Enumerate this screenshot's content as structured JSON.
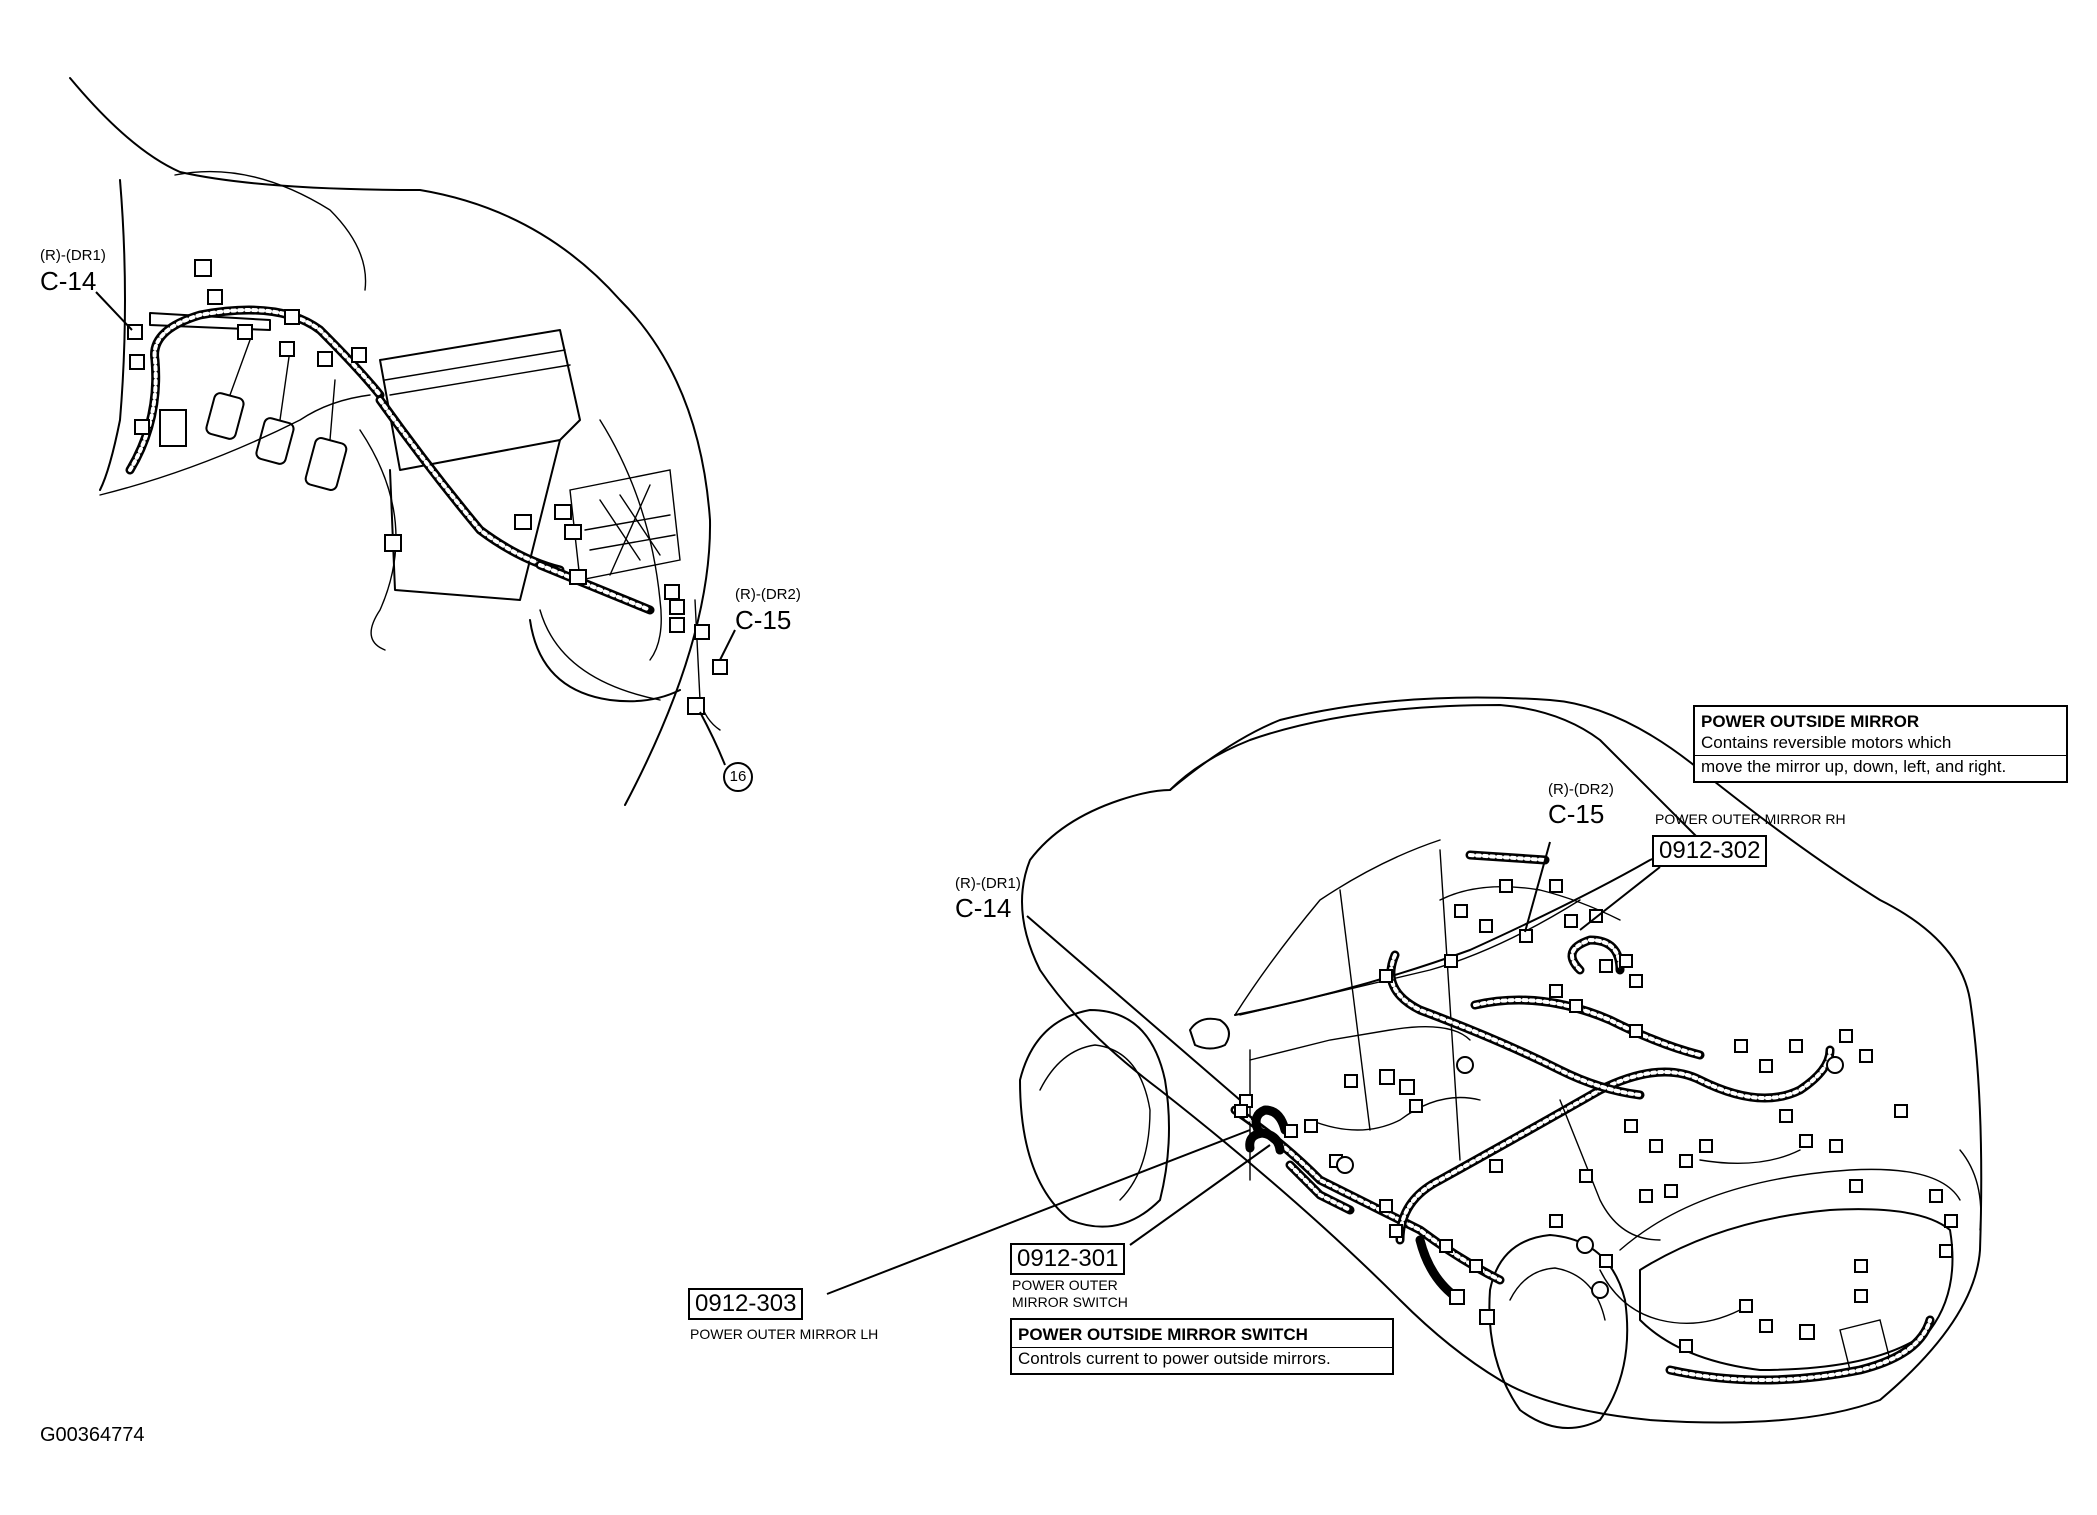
{
  "figure_id": "G00364774",
  "dash_view": {
    "c14": {
      "loc": "(R)-(DR1)",
      "code": "C-14"
    },
    "c15": {
      "loc": "(R)-(DR2)",
      "code": "C-15"
    },
    "ref_circle": "16"
  },
  "car_view": {
    "c14": {
      "loc": "(R)-(DR1)",
      "code": "C-14"
    },
    "c15": {
      "loc": "(R)-(DR2)",
      "code": "C-15"
    },
    "mirror_rh": {
      "caption": "POWER OUTER MIRROR RH",
      "code": "0912-302"
    },
    "mirror_lh": {
      "caption": "POWER OUTER MIRROR LH",
      "code": "0912-303"
    },
    "mirror_switch": {
      "caption_line1": "POWER OUTER",
      "caption_line2": "MIRROR SWITCH",
      "code": "0912-301"
    }
  },
  "notes": {
    "mirror": {
      "title": "POWER OUTSIDE MIRROR",
      "line1": "Contains reversible motors which",
      "line2": "move the mirror up, down, left, and right."
    },
    "switch": {
      "title": "POWER OUTSIDE MIRROR SWITCH",
      "line1": "Controls current to power outside mirrors."
    }
  }
}
